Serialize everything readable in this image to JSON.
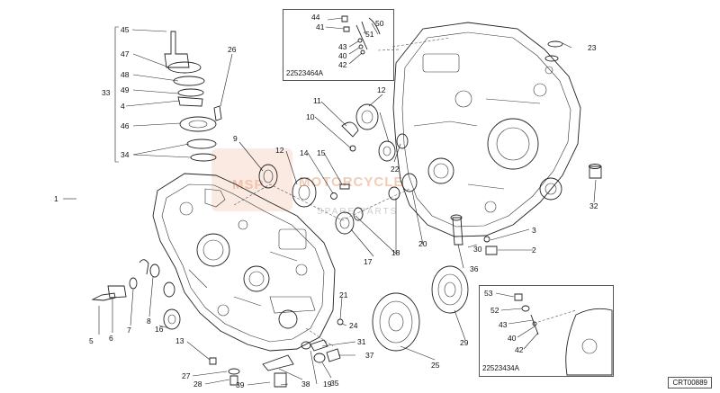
{
  "diagram": {
    "image_code": "CRT00889",
    "inset_top_code": "22523464A",
    "inset_bottom_code": "22523434A",
    "watermark_main": "MOTORCYCLE",
    "watermark_sub": "SPARE PARTS",
    "watermark_logo": "MSP",
    "labels": [
      "1",
      "2",
      "3",
      "4",
      "5",
      "6",
      "7",
      "8",
      "9",
      "10",
      "11",
      "12",
      "12",
      "13",
      "14",
      "15",
      "16",
      "17",
      "18",
      "19",
      "20",
      "21",
      "22",
      "23",
      "24",
      "25",
      "26",
      "27",
      "28",
      "29",
      "30",
      "31",
      "32",
      "33",
      "34",
      "35",
      "36",
      "37",
      "38",
      "39",
      "40",
      "40",
      "41",
      "42",
      "42",
      "43",
      "43",
      "44",
      "45",
      "46",
      "47",
      "48",
      "49",
      "50",
      "51",
      "52",
      "53"
    ]
  }
}
